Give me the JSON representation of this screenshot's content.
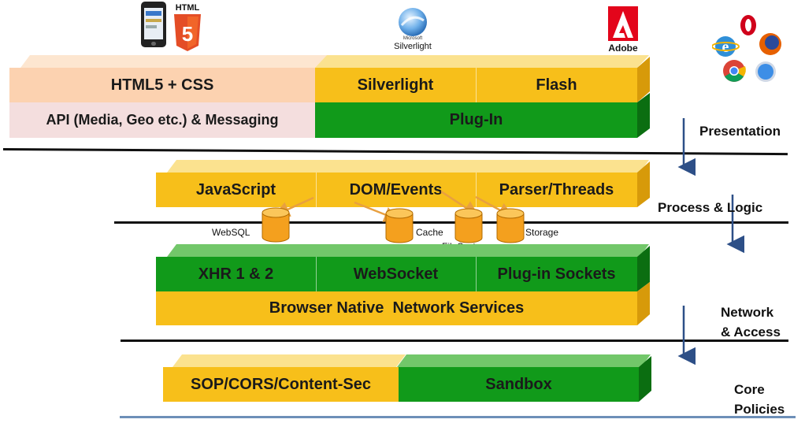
{
  "icons": {
    "html5_label": "HTML",
    "silverlight_small": "Microsoft",
    "silverlight_label": "Silverlight",
    "adobe_label": "Adobe"
  },
  "presentation": {
    "html_css": "HTML5 + CSS",
    "silverlight": "Silverlight",
    "flash": "Flash",
    "api": "API (Media, Geo etc.) & Messaging",
    "plugin": "Plug-In"
  },
  "process": {
    "javascript": "JavaScript",
    "dom": "DOM/Events",
    "parser": "Parser/Threads"
  },
  "storage": {
    "websql": "WebSQL",
    "cache": "Cache",
    "filesystem": "FileSystem",
    "storage": "Storage"
  },
  "network": {
    "xhr": "XHR 1 & 2",
    "websocket": "WebSocket",
    "plugin_sockets": "Plug-in Sockets",
    "native": "Browser Native  Network Services"
  },
  "core": {
    "sop": "SOP/CORS/Content-Sec",
    "sandbox": "Sandbox"
  },
  "layers": {
    "presentation": "Presentation",
    "process": "Process & Logic",
    "network_1": "Network",
    "network_2": "& Access",
    "core_1": "Core",
    "core_2": "Policies"
  }
}
